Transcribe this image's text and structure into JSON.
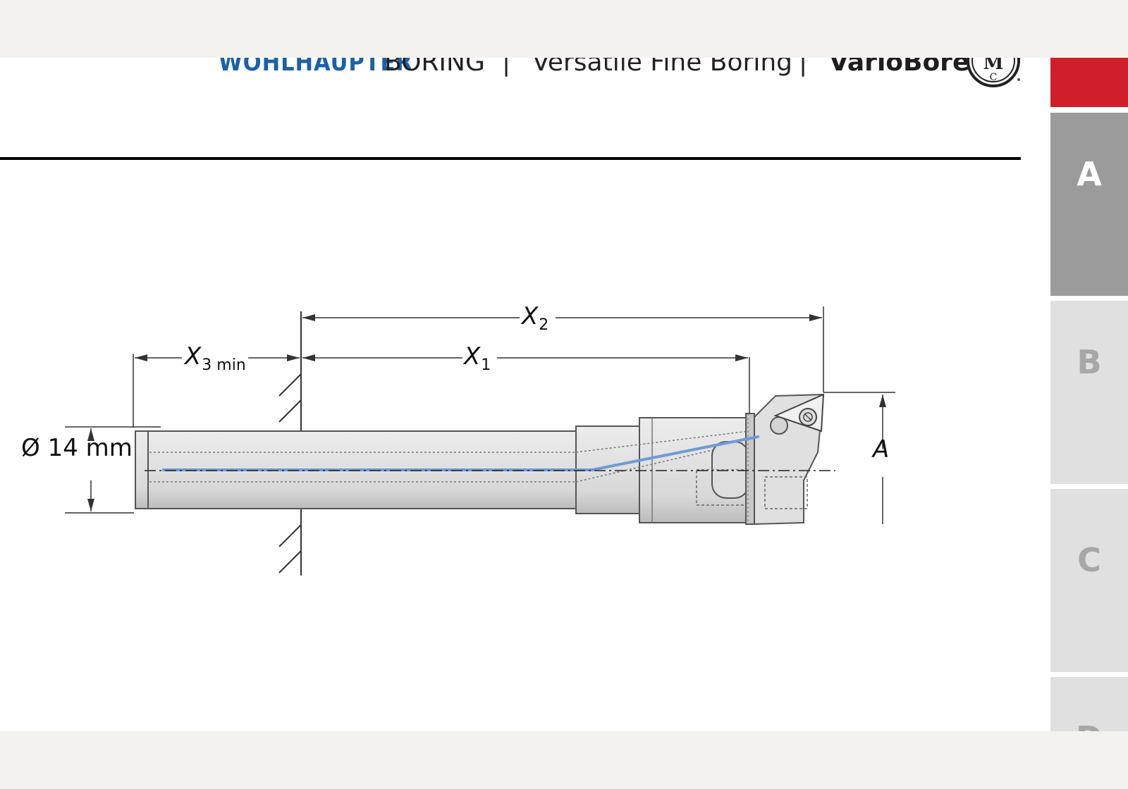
{
  "header": {
    "brand": "WOHLHAUPTER",
    "section": "BORING",
    "separator": "|",
    "subtitle": "Versatile Fine Boring",
    "product": "VarioBore",
    "logo_letters": "MCF"
  },
  "tabs": [
    "A",
    "B",
    "C",
    "D"
  ],
  "drawing": {
    "diameter_label": "Ø 14 mm",
    "x2_main": "X",
    "x2_sub": "2",
    "x1_main": "X",
    "x1_sub": "1",
    "x3_main": "X",
    "x3_sub": "3 min",
    "a_label": "A"
  },
  "colors": {
    "brand_blue": "#1a61a9",
    "tab_red": "#cf1f2a",
    "tab_active": "#9b9b9b",
    "tab_inactive": "#e0e0e0",
    "coolant_blue": "#6e9bd8"
  }
}
